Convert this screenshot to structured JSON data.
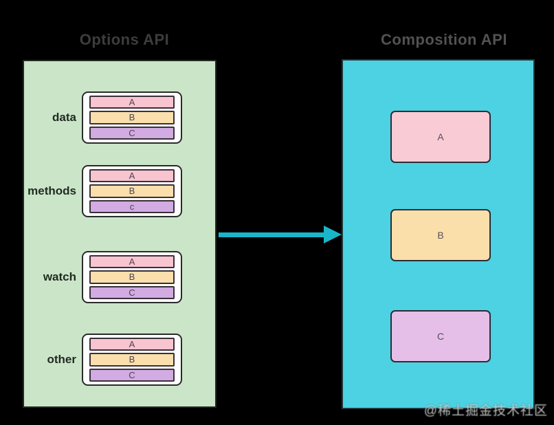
{
  "titles": {
    "left": "Options API",
    "right": "Composition API"
  },
  "colors": {
    "background": "#000000",
    "left_panel_bg": "#cbe5c8",
    "right_panel_bg": "#4cd2e2",
    "arrow": "#19b6c9",
    "stack_container_bg": "#fdfdfd",
    "bar_a": "#f8c4d0",
    "bar_b": "#fadfac",
    "bar_c_left": "#d2abe2",
    "box_a": "#f9cbd5",
    "box_b": "#fbdfab",
    "box_c": "#e5bfe8"
  },
  "left_panel": {
    "groups": [
      {
        "label": "data",
        "bars": [
          {
            "label": "A",
            "color": "#f8c4d0"
          },
          {
            "label": "B",
            "color": "#fadfac"
          },
          {
            "label": "C",
            "color": "#d2abe2"
          }
        ]
      },
      {
        "label": "methods",
        "bars": [
          {
            "label": "A",
            "color": "#f8c4d0"
          },
          {
            "label": "B",
            "color": "#fadfac"
          },
          {
            "label": "c",
            "color": "#d2abe2"
          }
        ]
      },
      {
        "label": "watch",
        "bars": [
          {
            "label": "A",
            "color": "#f8c4d0"
          },
          {
            "label": "B",
            "color": "#fadfac"
          },
          {
            "label": "C",
            "color": "#d2abe2"
          }
        ]
      },
      {
        "label": "other",
        "bars": [
          {
            "label": "A",
            "color": "#f8c4d0"
          },
          {
            "label": "B",
            "color": "#fadfac"
          },
          {
            "label": "C",
            "color": "#d2abe2"
          }
        ]
      }
    ]
  },
  "right_panel": {
    "boxes": [
      {
        "label": "A",
        "color": "#f9cbd5"
      },
      {
        "label": "B",
        "color": "#fbdfab"
      },
      {
        "label": "C",
        "color": "#e5bfe8"
      }
    ]
  },
  "watermark": {
    "text": "@稀土掘金技术社区"
  }
}
